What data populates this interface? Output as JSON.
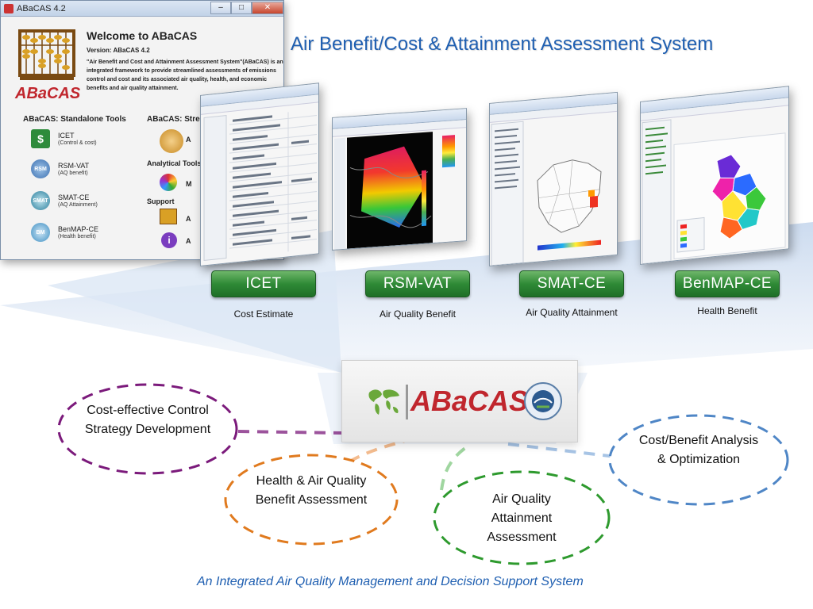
{
  "window": {
    "title": "ABaCAS 4.2",
    "minimize": "–",
    "maximize": "□",
    "close": "✕"
  },
  "welcome": {
    "heading": "Welcome to ABaCAS",
    "version": "Version:  ABaCAS 4.2",
    "description": "\"Air Benefit and Cost and Attainment Assessment System\"(ABaCAS) is an integrated framework to provide streamlined assessments of emissions control and cost and its associated air quality, health, and economic benefits and air quality attainment.",
    "logo_text": "ABaCAS"
  },
  "standalone": {
    "heading": "ABaCAS: Standalone Tools",
    "tools": [
      {
        "name": "ICET",
        "sub": "(Control & cost)",
        "icon": "dollar-icon",
        "color": "#2e8b3b"
      },
      {
        "name": "RSM-VAT",
        "sub": "(AQ benefit)",
        "icon": "rsm-icon",
        "color": "#3b6fb0"
      },
      {
        "name": "SMAT-CE",
        "sub": "(AQ Attainment)",
        "icon": "smat-icon",
        "color": "#2a7f9c"
      },
      {
        "name": "BenMAP-CE",
        "sub": "(Health benefit)",
        "icon": "benmap-icon",
        "color": "#3d8fc2"
      }
    ]
  },
  "streamlined": {
    "heading": "ABaCAS: Streamlined T",
    "analytical": "Analytical Tools",
    "support": "Support",
    "letter_a1": "A",
    "letter_m": "M",
    "letter_a2": "A",
    "letter_a3": "A"
  },
  "main_title": "Air Benefit/Cost & Attainment Assessment System",
  "products": [
    {
      "label": "ICET",
      "caption": "Cost Estimate"
    },
    {
      "label": "RSM-VAT",
      "caption": "Air Quality Benefit"
    },
    {
      "label": "SMAT-CE",
      "caption": "Air Quality Attainment"
    },
    {
      "label": "BenMAP-CE",
      "caption": "Health Benefit"
    }
  ],
  "center_logo": "ABaCAS",
  "ovals": [
    {
      "text": "Cost-effective Control Strategy Development",
      "color": "#7b1a7b"
    },
    {
      "text": "Health & Air Quality Benefit Assessment",
      "color": "#e07a1e"
    },
    {
      "text": "Air Quality Attainment Assessment",
      "color": "#2e9a2e"
    },
    {
      "text": "Cost/Benefit Analysis & Optimization",
      "color": "#4f86c6"
    }
  ],
  "footer": "An Integrated Air Quality Management and Decision Support System"
}
